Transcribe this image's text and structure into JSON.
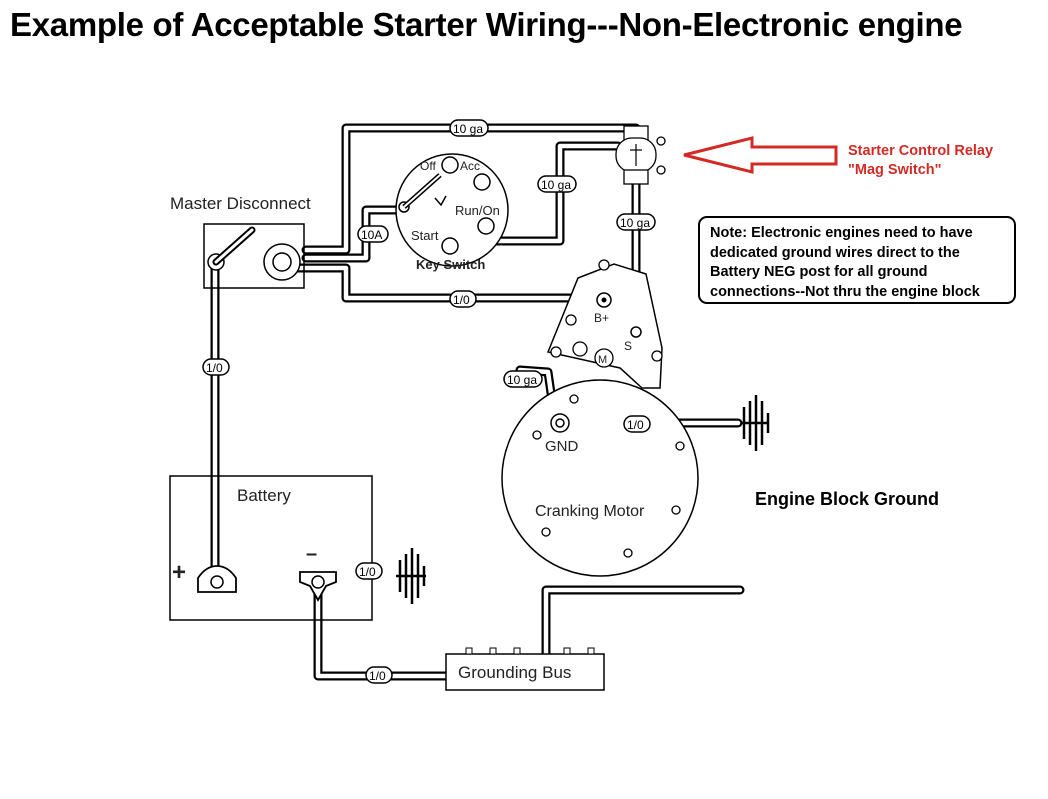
{
  "title": "Example of Acceptable Starter Wiring---Non-Electronic engine",
  "relay": {
    "line1": "Starter Control Relay",
    "line2": "\"Mag Switch\""
  },
  "note": {
    "line1": "Note:  Electronic engines need to have",
    "line2": "dedicated ground wires direct to the",
    "line3": "Battery NEG post for all ground",
    "line4": "connections--Not thru the engine block"
  },
  "engine_block_ground": "Engine Block Ground",
  "components": {
    "master_disconnect": "Master Disconnect",
    "battery": "Battery",
    "key_switch": "Key Switch",
    "off": "Off",
    "acc": "Acc",
    "run_on": "Run/On",
    "start": "Start",
    "cranking_motor": "Cranking Motor",
    "grounding_bus": "Grounding Bus",
    "b_plus": "B+",
    "s": "S",
    "m": "M",
    "gnd": "GND",
    "plus": "+",
    "minus": "–"
  },
  "wire_tags": {
    "top": "10 ga",
    "relay_to_key": "10 ga",
    "relay_to_s": "10 ga",
    "fuse": "10A",
    "main_feed": "1/0",
    "motor_lead": "10 ga",
    "battery_pos": "1/0",
    "battery_neg": "1/0",
    "gnd_to_block": "1/0",
    "bus_feed": "1/0"
  },
  "colors": {
    "arrow": "#d42a26",
    "relay_text": "#d42a26",
    "wire": "#000000"
  }
}
